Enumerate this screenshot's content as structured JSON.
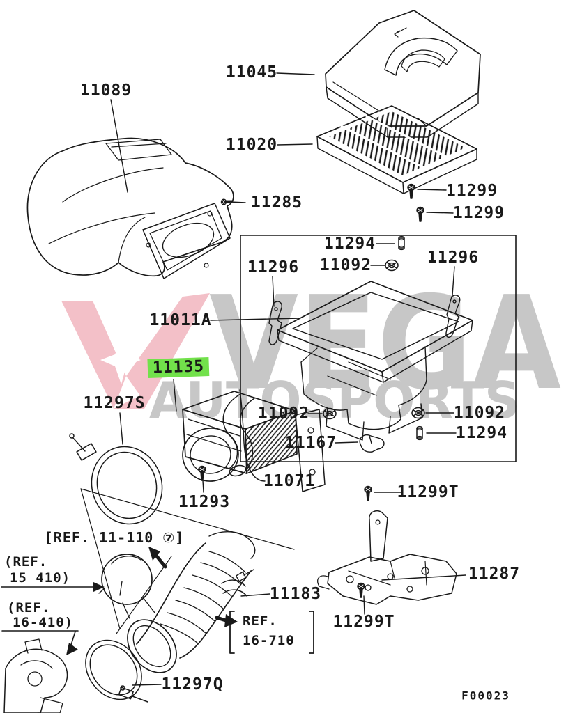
{
  "diagram": {
    "type": "exploded-parts-diagram",
    "subject": "air cleaner and intake hose assembly",
    "drawing_number": "F00023",
    "highlighted_part": "11135",
    "highlight_color": "#72e14b",
    "line_color": "#191919"
  },
  "watermark": {
    "brand": "VEGA",
    "subbrand": "AUTOSPORTS",
    "text_color": "#c7c7c7",
    "logo": "red-v-logo",
    "logo_color": "#f3c0c8"
  },
  "labels": [
    {
      "id": "11089",
      "text": "11089"
    },
    {
      "id": "11045",
      "text": "11045"
    },
    {
      "id": "11020",
      "text": "11020"
    },
    {
      "id": "11285",
      "text": "11285"
    },
    {
      "id": "11299-top",
      "text": "11299"
    },
    {
      "id": "11299-second",
      "text": "11299"
    },
    {
      "id": "11294-top",
      "text": "11294"
    },
    {
      "id": "11092-top",
      "text": "11092"
    },
    {
      "id": "11296-left",
      "text": "11296"
    },
    {
      "id": "11296-right",
      "text": "11296"
    },
    {
      "id": "11011A",
      "text": "11011A"
    },
    {
      "id": "11135",
      "text": "11135"
    },
    {
      "id": "11297S",
      "text": "11297S"
    },
    {
      "id": "11092-bottom-left",
      "text": "11092"
    },
    {
      "id": "11092-bottom-right",
      "text": "11092"
    },
    {
      "id": "11294-bottom",
      "text": "11294"
    },
    {
      "id": "11167",
      "text": "11167"
    },
    {
      "id": "11071",
      "text": "11071"
    },
    {
      "id": "11293",
      "text": "11293"
    },
    {
      "id": "11299T-mid",
      "text": "11299T"
    },
    {
      "id": "11287",
      "text": "11287"
    },
    {
      "id": "11183",
      "text": "11183"
    },
    {
      "id": "11299T-bottom",
      "text": "11299T"
    },
    {
      "id": "11297Q",
      "text": "11297Q"
    },
    {
      "id": "F00023",
      "text": "F00023"
    }
  ],
  "refs": {
    "ref_11_110": "[REF. 11-110 ⑦]",
    "ref_15_410_line1": "(REF.",
    "ref_15_410_line2": "15 410)",
    "ref_16_410_line1": "(REF.",
    "ref_16_410_line2": "16-410)",
    "ref_16_710_line1": "REF.",
    "ref_16_710_line2": "16-710"
  }
}
